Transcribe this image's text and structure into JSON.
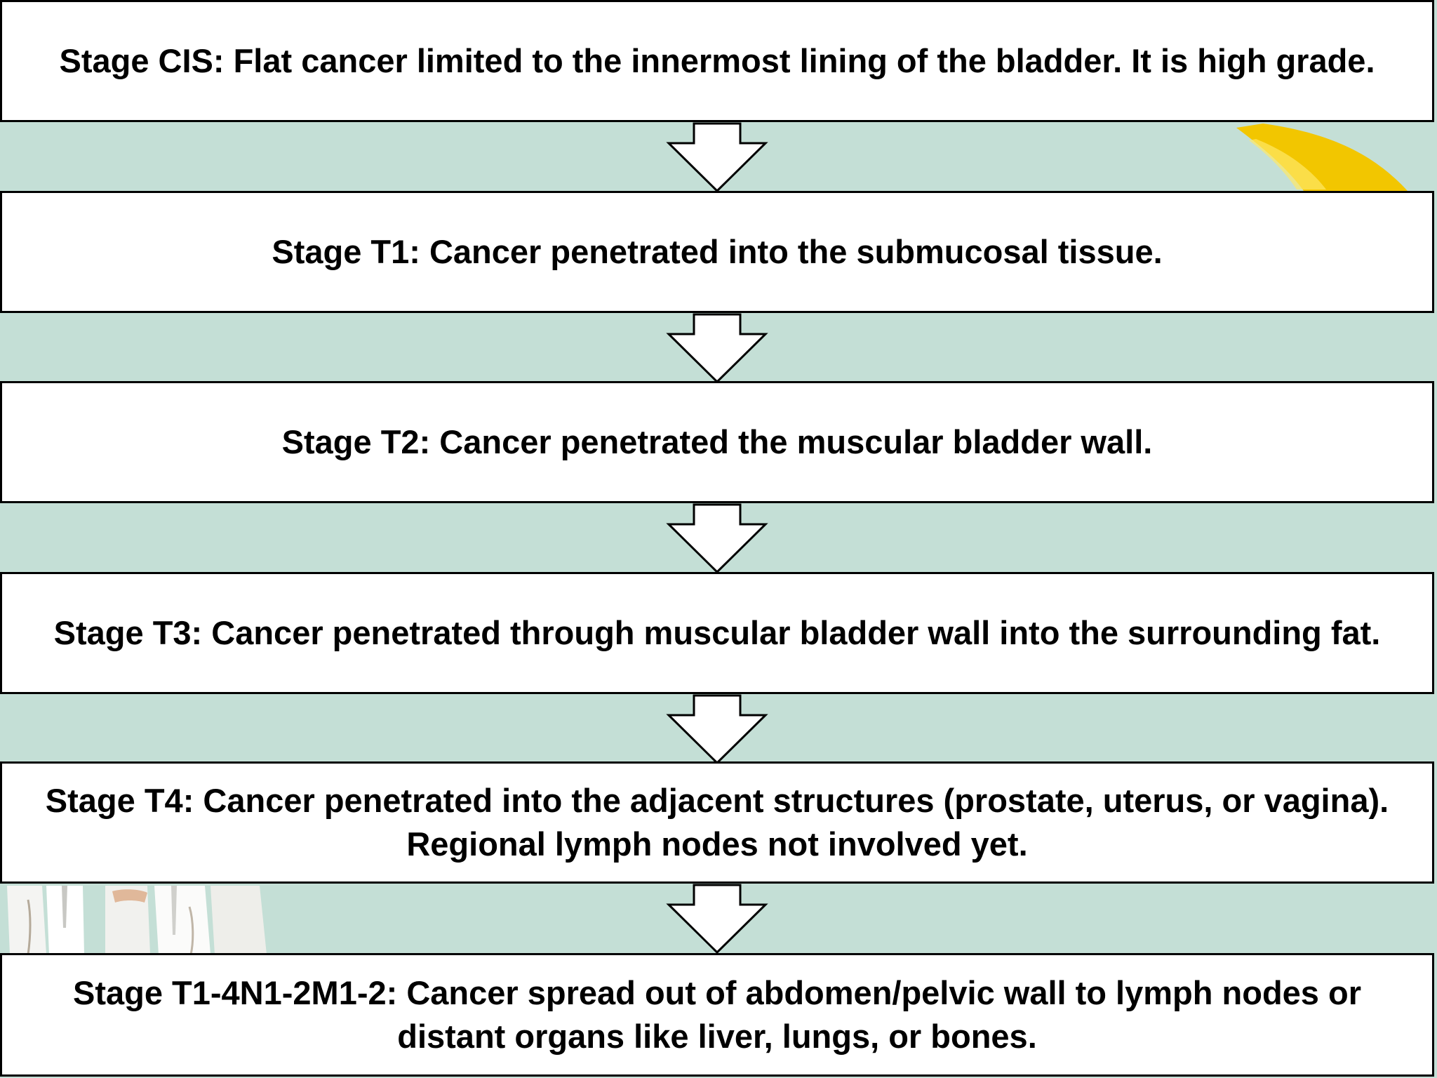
{
  "colors": {
    "background": "#c4dfd6",
    "box_fill": "#ffffff",
    "box_border": "#000000",
    "ribbon": "#f2c600"
  },
  "icons": [
    "down-arrow-icon",
    "awareness-ribbon-icon",
    "people-figures-image"
  ],
  "stages": [
    {
      "text": "Stage CIS: Flat cancer limited to the innermost lining of the bladder. It is high grade."
    },
    {
      "text": "Stage T1: Cancer penetrated into the submucosal tissue."
    },
    {
      "text": "Stage T2: Cancer penetrated the muscular bladder wall."
    },
    {
      "text": "Stage T3: Cancer penetrated through muscular bladder wall into the surrounding fat."
    },
    {
      "text": "Stage T4: Cancer penetrated into the adjacent structures (prostate, uterus, or vagina). Regional lymph nodes not involved yet."
    },
    {
      "text": "Stage T1-4N1-2M1-2: Cancer spread out of abdomen/pelvic wall to lymph nodes or distant organs like liver, lungs, or bones."
    }
  ]
}
